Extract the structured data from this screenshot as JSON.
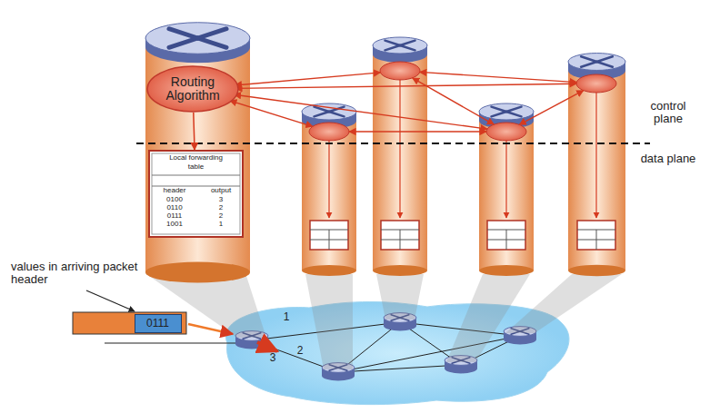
{
  "diagram": {
    "nodes": [
      {
        "text": [
          "Routing Algorithm"
        ]
      },
      {
        "text": [
          "Local forwarding table"
        ]
      },
      {
        "text": [
          "0111"
        ]
      }
    ],
    "edges": [
      {
        "from": 0,
        "to": 1,
        "arrow": "to"
      }
    ],
    "labels": [
      "control plane",
      "data plane",
      "header",
      "output",
      "0100",
      "3",
      "0110",
      "2",
      "0111",
      "2",
      "1001",
      "1",
      "values in arriving packet header",
      "1",
      "2",
      "3"
    ]
  }
}
